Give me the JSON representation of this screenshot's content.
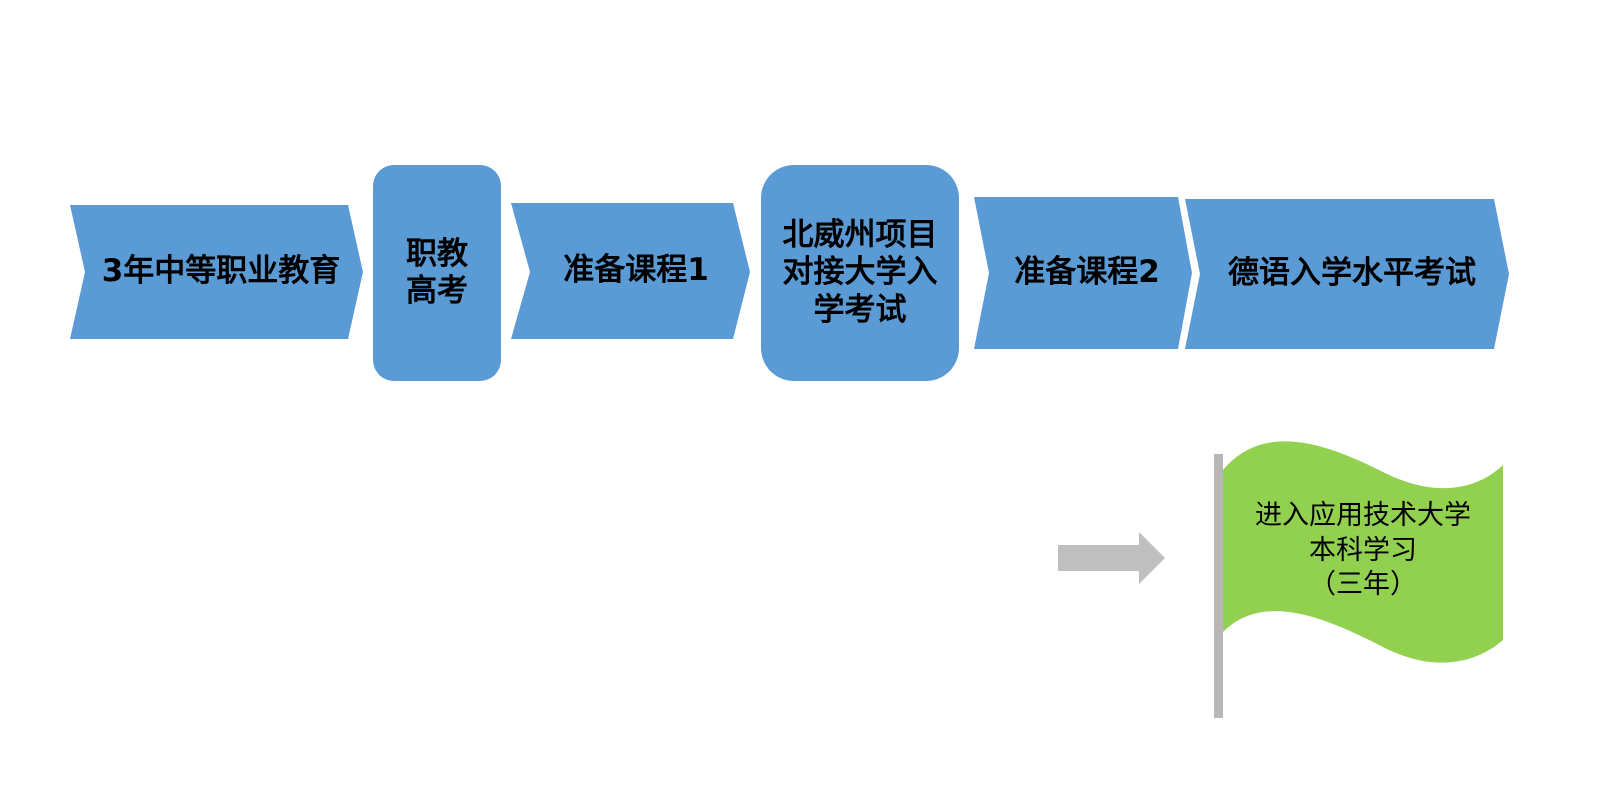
{
  "colors": {
    "step_fill": "#5b9bd5",
    "flag_fill": "#92d050",
    "arrow_fill": "#bfbfbf",
    "pole_fill": "#b7b7b7",
    "text": "#000000"
  },
  "steps": [
    {
      "label": "3年中等职业教育",
      "shape": "chevron"
    },
    {
      "label": "职教\n高考",
      "shape": "rounded-rect"
    },
    {
      "label": "准备课程1",
      "shape": "chevron"
    },
    {
      "label": "北威州项目\n对接大学入\n学考试",
      "shape": "rounded-rect"
    },
    {
      "label": "准备课程2",
      "shape": "chevron"
    },
    {
      "label": "德语入学水平考试",
      "shape": "chevron"
    }
  ],
  "arrow": {
    "icon": "right-arrow-icon"
  },
  "goal": {
    "icon": "flag-icon",
    "label": "进入应用技术大学\n本科学习\n（三年）"
  }
}
